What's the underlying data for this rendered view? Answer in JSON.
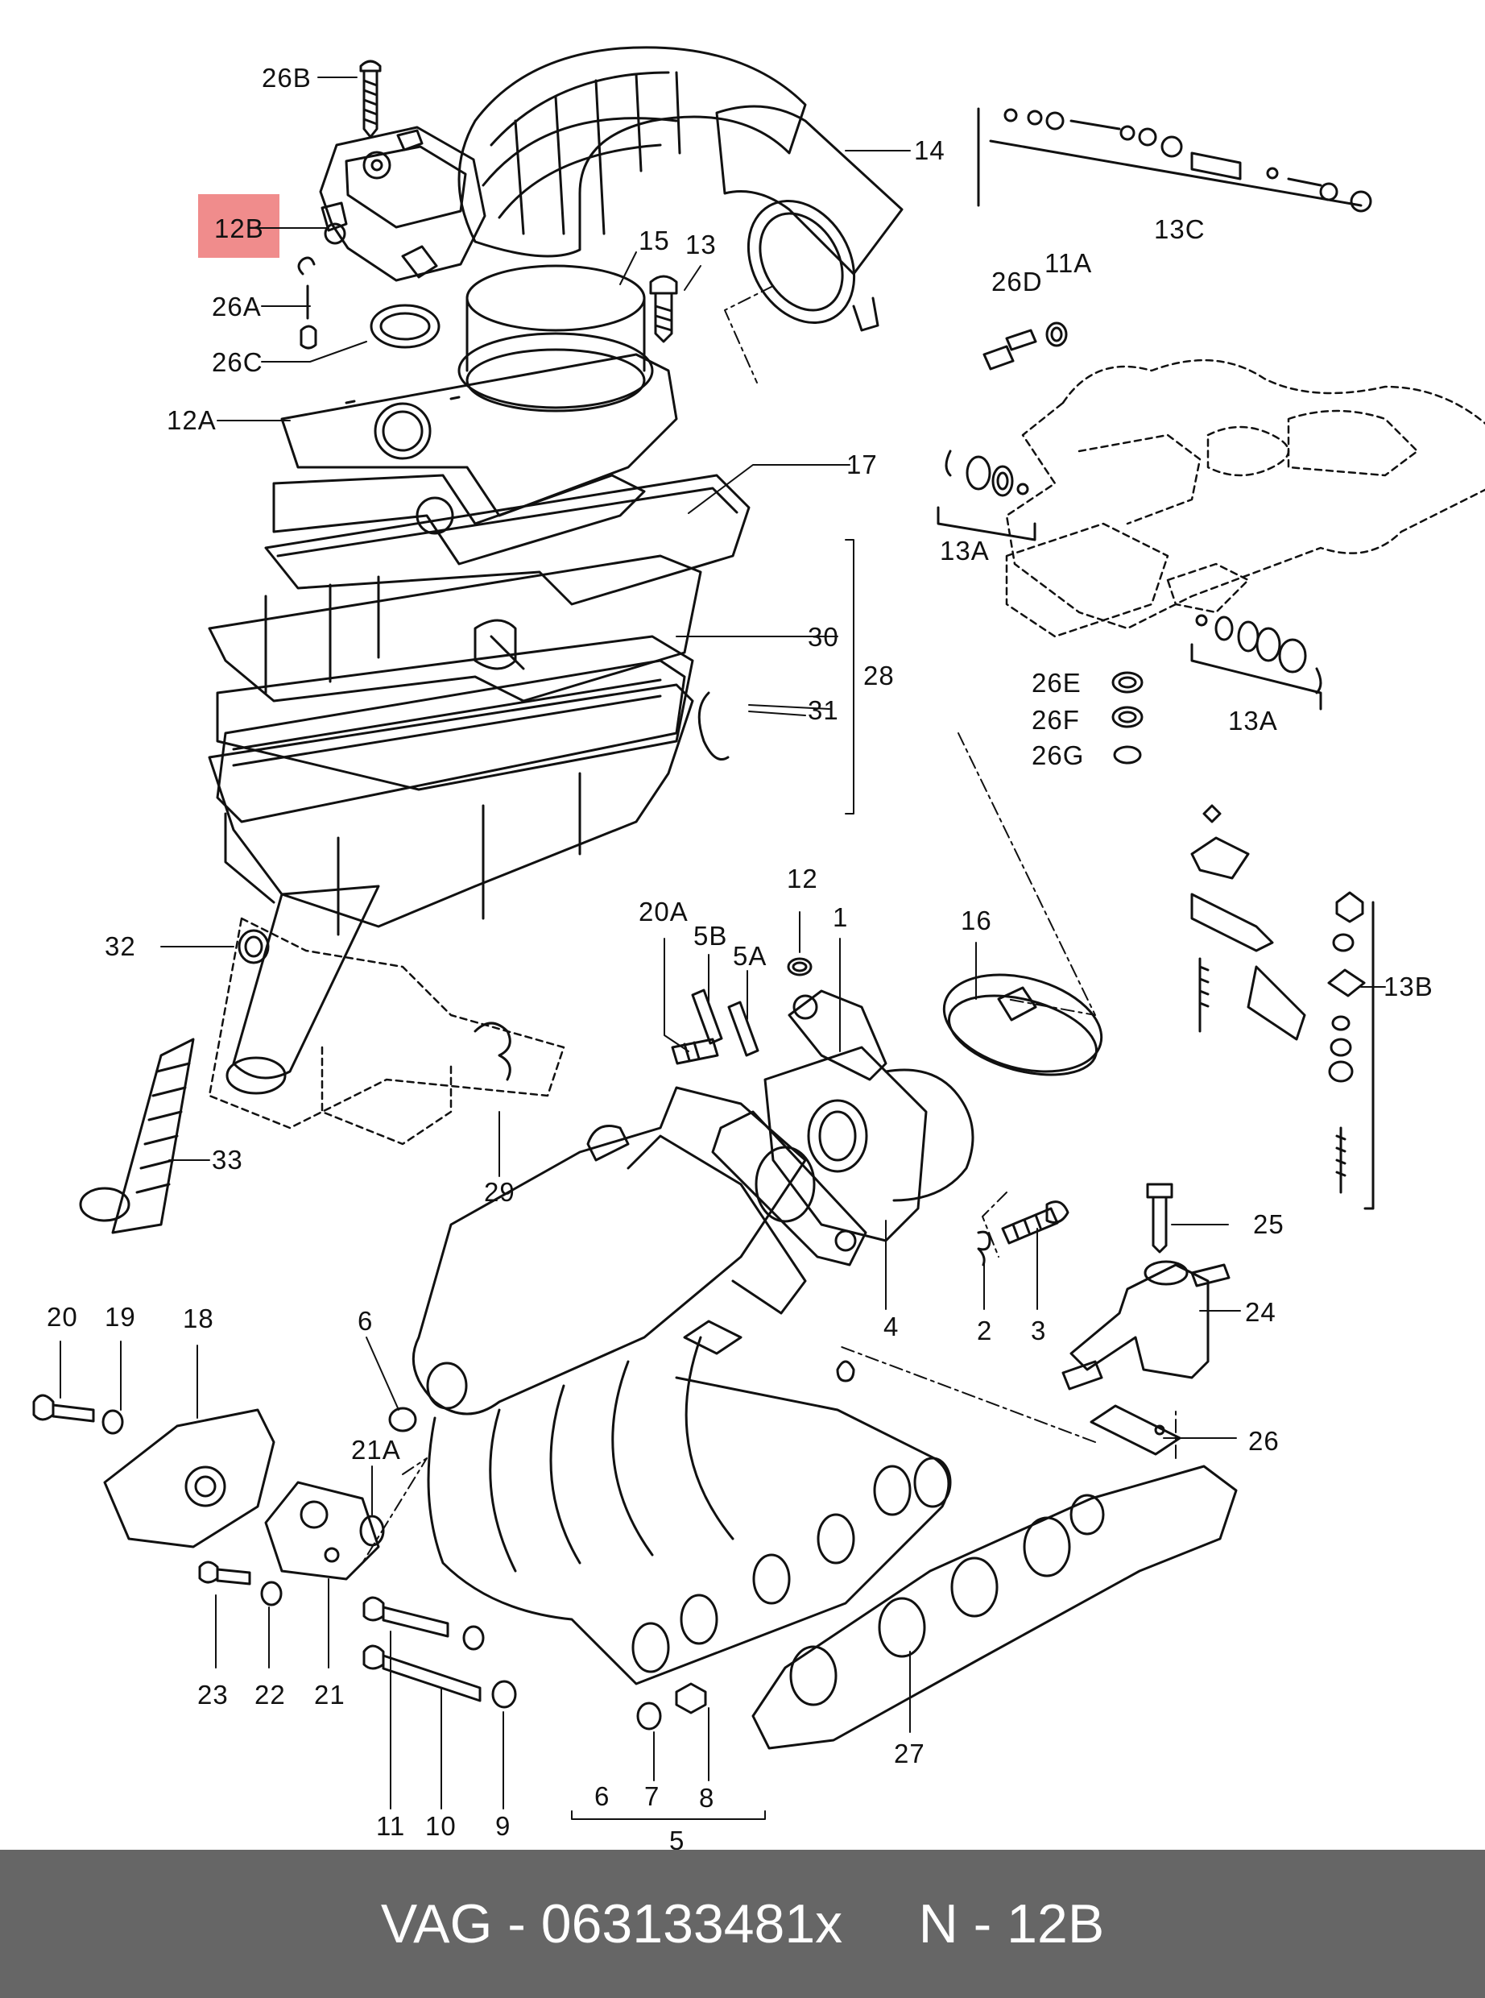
{
  "colors": {
    "highlight": "#f08c8c",
    "footer_bg": "#666666",
    "footer_text": "#ffffff",
    "line": "#111111"
  },
  "highlighted_part": "12B",
  "callouts": {
    "c26B": "26B",
    "c12B": "12B",
    "c26A": "26A",
    "c26C": "26C",
    "c12A": "12A",
    "c14": "14",
    "c15": "15",
    "c13": "13",
    "c13C": "13C",
    "c26D": "26D",
    "c11A": "11A",
    "c17": "17",
    "c13A_1": "13A",
    "c30": "30",
    "c28": "28",
    "c31": "31",
    "c26E": "26E",
    "c26F": "26F",
    "c26G": "26G",
    "c13A_2": "13A",
    "c32": "32",
    "c33": "33",
    "c29": "29",
    "c12": "12",
    "c20A": "20A",
    "c5B": "5B",
    "c5A": "5A",
    "c1": "1",
    "c16": "16",
    "c13B": "13B",
    "c25": "25",
    "c24": "24",
    "c4": "4",
    "c2": "2",
    "c3": "3",
    "c26": "26",
    "c20": "20",
    "c19": "19",
    "c18": "18",
    "c6a": "6",
    "c21A": "21A",
    "c23": "23",
    "c22": "22",
    "c21": "21",
    "c11": "11",
    "c10": "10",
    "c9": "9",
    "c6b": "6",
    "c7": "7",
    "c8": "8",
    "c5": "5",
    "c27": "27"
  },
  "footer": {
    "brand_part": "VAG - 063133481x",
    "ref": "N - 12B"
  }
}
